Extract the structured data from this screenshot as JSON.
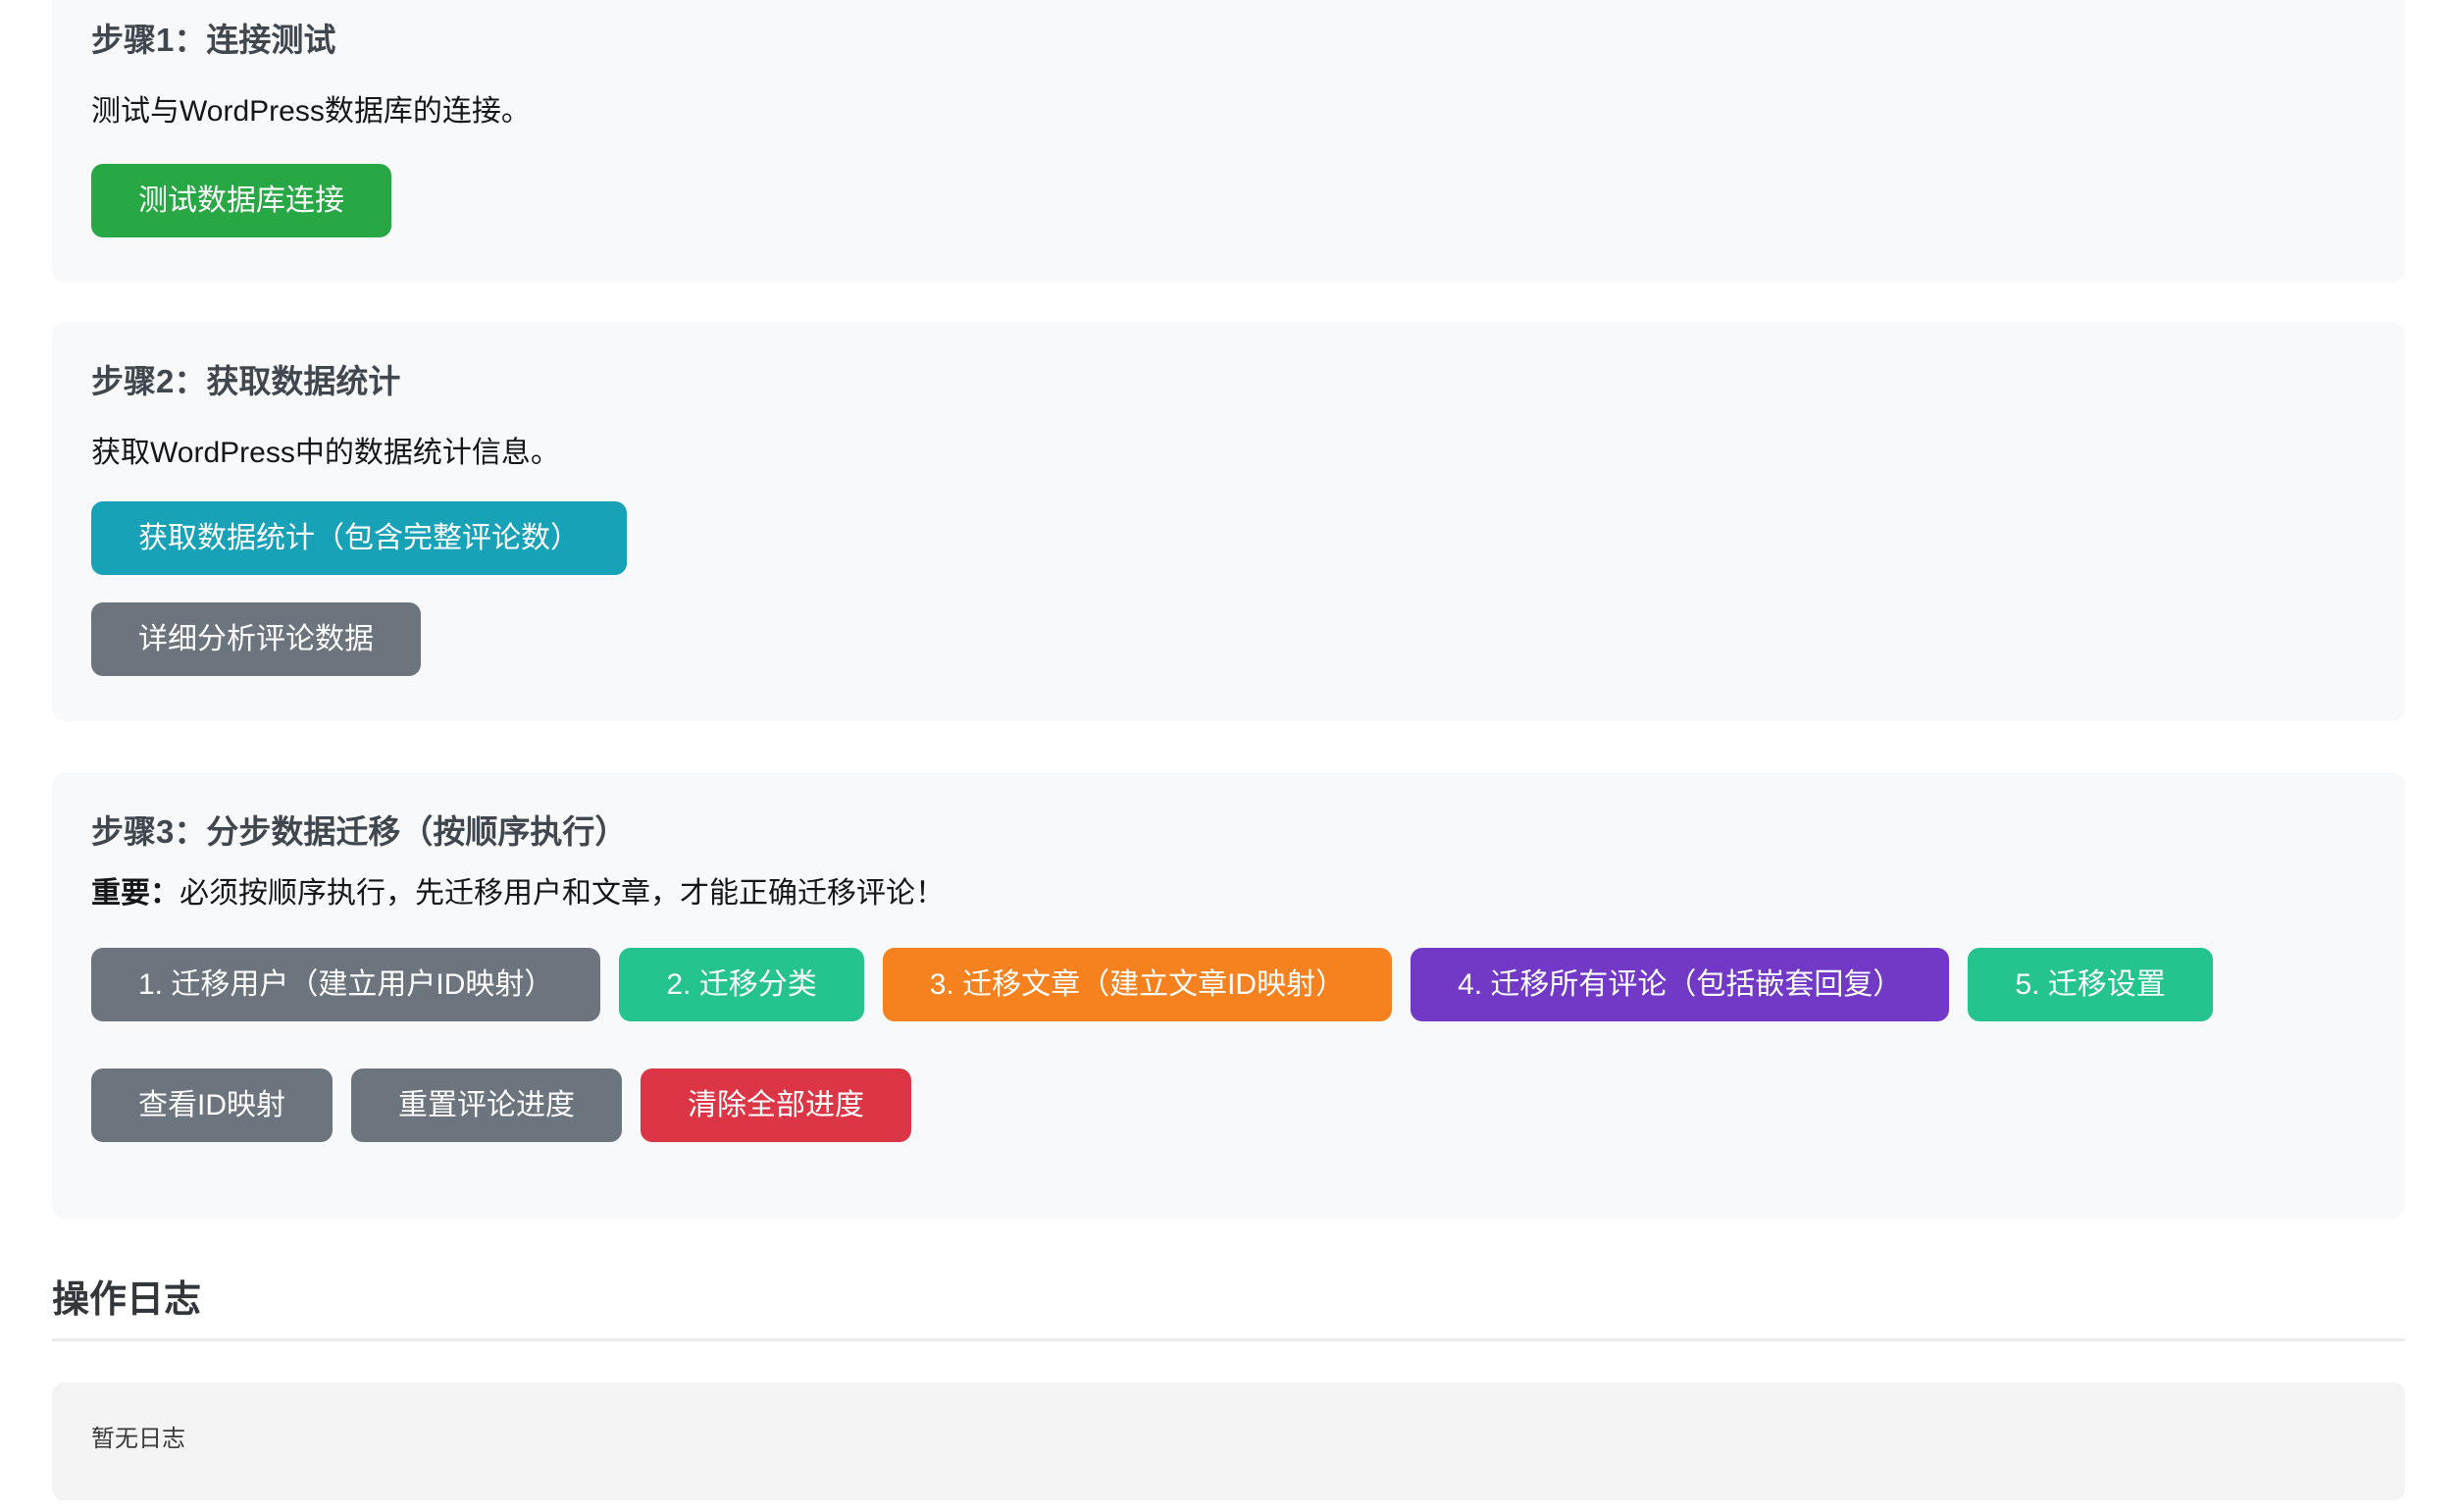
{
  "colors": {
    "green": "#28a745",
    "teal": "#17a2b8",
    "gray": "#6c757d",
    "emerald": "#25c48e",
    "orange": "#f6821f",
    "purple": "#7239c7",
    "red": "#dc3545",
    "card_background": "#f8f9fa",
    "log_box_background": "#f4f4f5",
    "divider": "#ececec",
    "heading_text": "#40474e",
    "body_text": "#141619"
  },
  "steps": [
    {
      "title": "步骤1：连接测试",
      "description": "测试与WordPress数据库的连接。",
      "buttons": [
        {
          "label": "测试数据库连接",
          "color": "green"
        }
      ]
    },
    {
      "title": "步骤2：获取数据统计",
      "description": "获取WordPress中的数据统计信息。",
      "buttons": [
        {
          "label": "获取数据统计（包含完整评论数）",
          "color": "teal"
        },
        {
          "label": "详细分析评论数据",
          "color": "gray"
        }
      ]
    },
    {
      "title": "步骤3：分步数据迁移（按顺序执行）",
      "important_label": "重要：",
      "warning_text": "必须按顺序执行，先迁移用户和文章，才能正确迁移评论！",
      "migration_buttons": [
        {
          "label": "1. 迁移用户（建立用户ID映射）",
          "color": "gray"
        },
        {
          "label": "2. 迁移分类",
          "color": "emerald"
        },
        {
          "label": "3. 迁移文章（建立文章ID映射）",
          "color": "orange"
        },
        {
          "label": "4. 迁移所有评论（包括嵌套回复）",
          "color": "purple"
        },
        {
          "label": "5. 迁移设置",
          "color": "emerald"
        }
      ],
      "utility_buttons": [
        {
          "label": "查看ID映射",
          "color": "gray"
        },
        {
          "label": "重置评论进度",
          "color": "gray"
        },
        {
          "label": "清除全部进度",
          "color": "red"
        }
      ]
    }
  ],
  "log_section": {
    "title": "操作日志",
    "empty_message": "暂无日志"
  }
}
